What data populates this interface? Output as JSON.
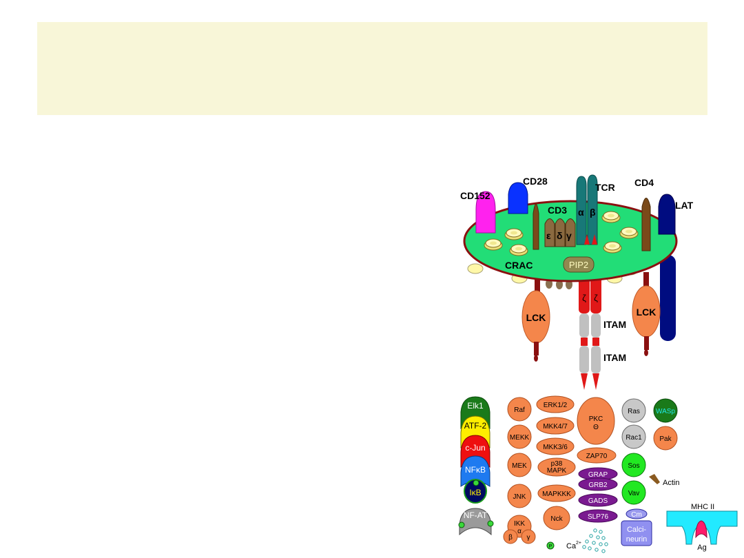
{
  "receptors": {
    "cd152": "CD152",
    "cd28": "CD28",
    "tcr": "TCR",
    "cd4": "CD4",
    "lat": "LAT",
    "cd3": "CD3",
    "alpha": "α",
    "beta": "β",
    "epsilon": "ε",
    "delta": "δ",
    "gamma": "γ",
    "crac": "CRAC",
    "pip2": "PIP2",
    "lck_left": "LCK",
    "lck_right": "LCK",
    "zeta1": "ζ",
    "zeta2": "ζ",
    "itam1": "ITAM",
    "itam2": "ITAM"
  },
  "legend": {
    "elk1": "Elk1",
    "atf2": "ATF-2",
    "cjun": "c-Jun",
    "nfkb": "NFκB",
    "ikb": "IκB",
    "nfat": "NF-AT",
    "raf": "Raf",
    "mekk": "MEKK",
    "mek": "MEK",
    "jnk": "JNK",
    "ikk": "IKK",
    "ikk_alpha": "α",
    "ikk_beta": "β",
    "ikk_gamma": "γ",
    "erk": "ERK1/2",
    "mkk47": "MKK4/7",
    "mkk36": "MKK3/6",
    "p38": "p38",
    "mapk": "MAPK",
    "mapkkk": "MAPKKK",
    "nck": "Nck",
    "pkc": "PKC",
    "theta": "Θ",
    "zap70": "ZAP70",
    "grap": "GRAP",
    "grb2": "GRB2",
    "gads": "GADS",
    "slp76": "SLP76",
    "ras": "Ras",
    "rac1": "Rac1",
    "sos": "Sos",
    "vav": "Vav",
    "cm": "Cm",
    "calci": "Calci-",
    "neurin": "neurin",
    "wasp": "WASp",
    "pak": "Pak",
    "actin": "Actin",
    "ca": "Ca",
    "ca_sup": "2+",
    "p": "P",
    "mhc": "MHC II",
    "ag": "Ag"
  }
}
